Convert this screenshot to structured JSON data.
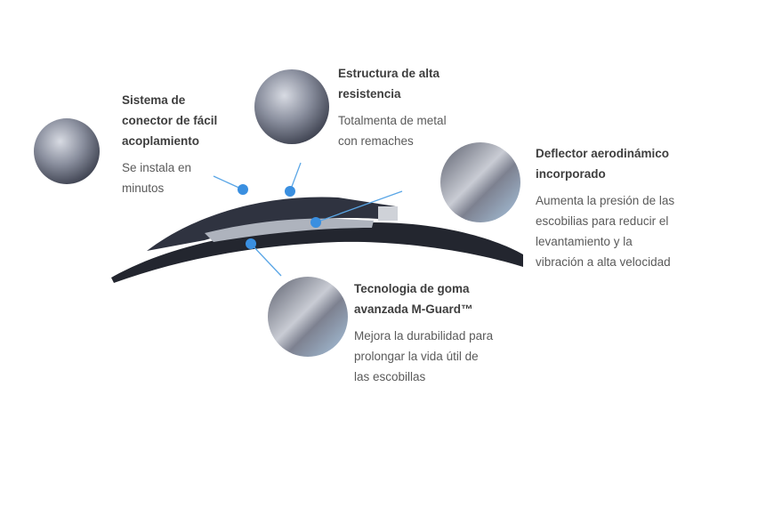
{
  "features": [
    {
      "title": [
        "Sistema de",
        "conector de fácil",
        "acoplamiento"
      ],
      "desc": [
        "Se instala en",
        "minutos"
      ],
      "icon": "connector-closeup"
    },
    {
      "title": [
        "Estructura de alta",
        "resistencia"
      ],
      "desc": [
        "Totalmenta de metal",
        "con remaches"
      ],
      "icon": "frame-closeup"
    },
    {
      "title": [
        "Deflector aerodinámico",
        "incorporado"
      ],
      "desc": [
        "Aumenta la presión de las",
        "escobilias para reducir el",
        "levantamiento y la",
        "vibración a alta velocidad"
      ],
      "icon": "deflector-closeup"
    },
    {
      "title": [
        "Tecnologia de goma",
        "avanzada M-Guard™"
      ],
      "desc": [
        "Mejora la durabilidad para",
        "prolongar la vida útil de",
        "las escobillas"
      ],
      "icon": "rubber-closeup"
    }
  ],
  "colors": {
    "accent": "#3a8fe0",
    "text": "#5a5a5a",
    "title": "#3e3e3e",
    "blade": "#2b2e3a"
  }
}
